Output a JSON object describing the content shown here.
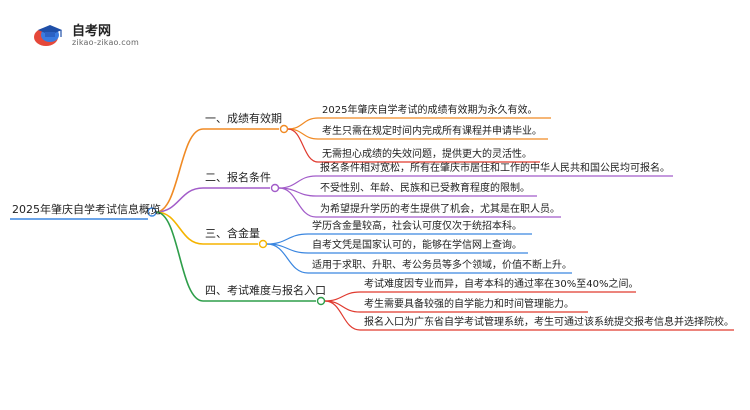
{
  "brand": {
    "name": "自考网",
    "domain": "zikao-zikao.com"
  },
  "mindmap": {
    "root": "2025年肇庆自学考试信息概览",
    "branches": [
      {
        "label": "一、成绩有效期",
        "color": "#f08a24",
        "leaves": [
          {
            "text": "2025年肇庆自学考试的成绩有效期为永久有效。",
            "color": "#f08a24"
          },
          {
            "text": "考生只需在规定时间内完成所有课程并申请毕业。",
            "color": "#f08a24"
          },
          {
            "text": "无需担心成绩的失效问题，提供更大的灵活性。",
            "color": "#e03a2f"
          }
        ]
      },
      {
        "label": "二、报名条件",
        "color": "#a25cc9",
        "leaves": [
          {
            "text": "报名条件相对宽松，所有在肇庆市居住和工作的中华人民共和国公民均可报名。",
            "color": "#a25cc9"
          },
          {
            "text": "不受性别、年龄、民族和已受教育程度的限制。",
            "color": "#a25cc9"
          },
          {
            "text": "为希望提升学历的考生提供了机会，尤其是在职人员。",
            "color": "#a25cc9"
          }
        ]
      },
      {
        "label": "三、含金量",
        "color": "#f5b400",
        "leaves": [
          {
            "text": "学历含金量较高，社会认可度仅次于统招本科。",
            "color": "#3a86e0"
          },
          {
            "text": "自考文凭是国家认可的，能够在学信网上查询。",
            "color": "#3a86e0"
          },
          {
            "text": "适用于求职、升职、考公务员等多个领域，价值不断上升。",
            "color": "#3a86e0"
          }
        ]
      },
      {
        "label": "四、考试难度与报名入口",
        "color": "#2e9e4a",
        "leaves": [
          {
            "text": "考试难度因专业而异，自考本科的通过率在30%至40%之间。",
            "color": "#e03a2f"
          },
          {
            "text": "考生需要具备较强的自学能力和时间管理能力。",
            "color": "#e03a2f"
          },
          {
            "text": "报名入口为广东省自学考试管理系统，考生可通过该系统提交报考信息并选择院校。",
            "color": "#e03a2f"
          }
        ]
      }
    ]
  }
}
